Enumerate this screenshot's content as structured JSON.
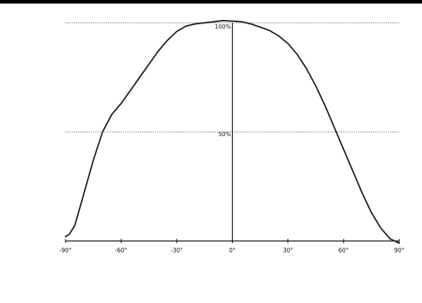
{
  "chart_data": {
    "type": "line",
    "title": "",
    "xlabel": "",
    "ylabel": "",
    "xlim": [
      -90,
      90
    ],
    "ylim": [
      0,
      100
    ],
    "x_ticks": [
      -90,
      -60,
      -30,
      0,
      30,
      60,
      90
    ],
    "x_tick_labels": [
      "-90°",
      "-60°",
      "-30°",
      "0°",
      "30°",
      "60°",
      "90°"
    ],
    "reference_lines": [
      {
        "y": 100,
        "label": "100%",
        "style": "dotted"
      },
      {
        "y": 50,
        "label": "50%",
        "style": "dotted"
      }
    ],
    "grid": false,
    "colors": {
      "line": "#222222",
      "reference": "#888888",
      "axis": "#000000"
    },
    "series": [
      {
        "x": [
          -90,
          -88,
          -85,
          -80,
          -75,
          -70,
          -65,
          -60,
          -55,
          -50,
          -45,
          -40,
          -35,
          -30,
          -25,
          -20,
          -15,
          -10,
          -5,
          0,
          5,
          10,
          15,
          20,
          25,
          30,
          35,
          40,
          45,
          50,
          55,
          60,
          65,
          70,
          75,
          80,
          85,
          90
        ],
        "y": [
          2,
          3,
          7,
          22,
          37,
          50,
          58,
          63,
          69,
          75,
          81,
          87,
          92,
          96,
          98.5,
          99.5,
          100,
          100.5,
          101,
          100.8,
          100.5,
          99.5,
          98,
          96.5,
          94,
          90.5,
          85.5,
          79,
          71,
          62,
          52,
          42,
          32,
          22,
          13,
          6,
          1,
          -1
        ]
      }
    ]
  }
}
